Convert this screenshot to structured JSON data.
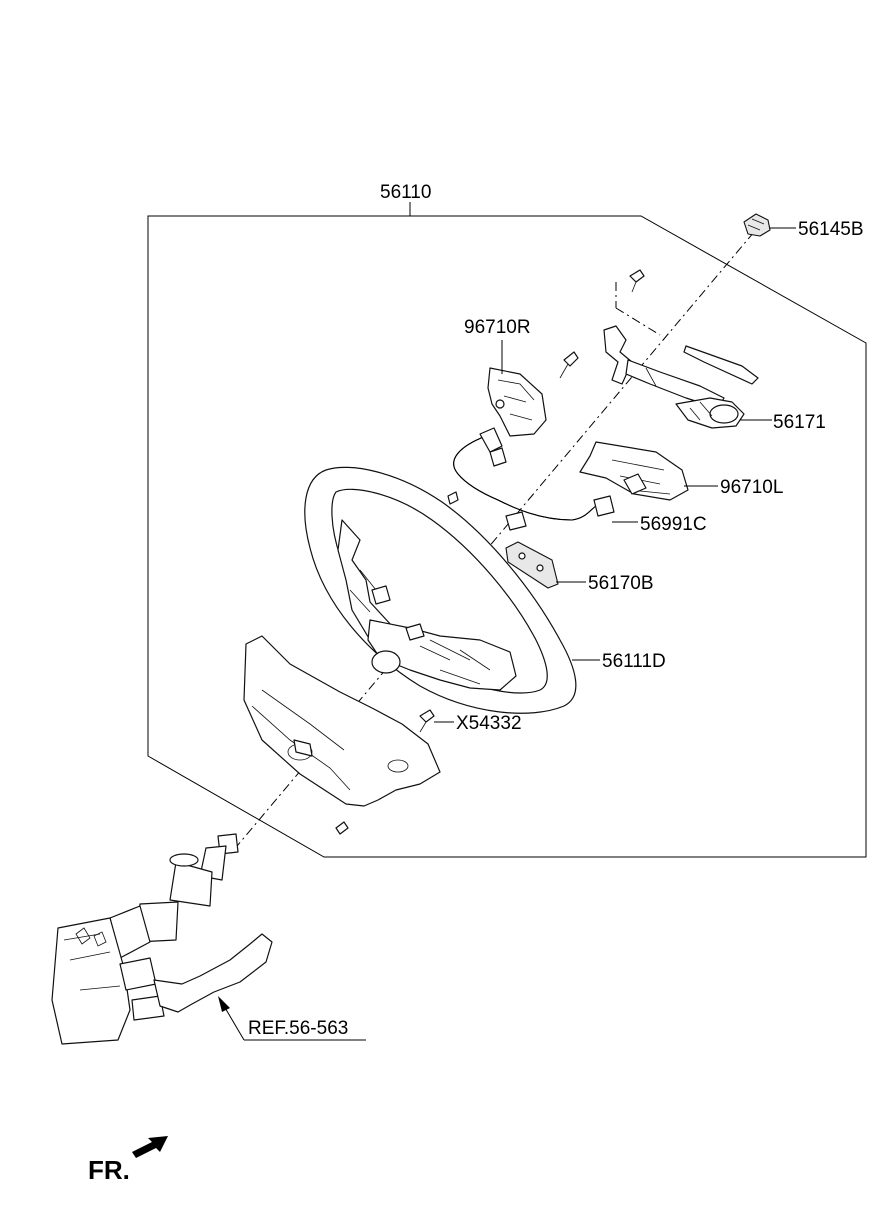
{
  "diagram": {
    "assembly_label": "56110",
    "parts": {
      "p56145B": "56145B",
      "p96710R": "96710R",
      "p56171": "56171",
      "p96710L": "96710L",
      "p56991C": "56991C",
      "p56170B": "56170B",
      "p56111D": "56111D",
      "pX54332": "X54332"
    },
    "reference": "REF.56-563",
    "front_marker": "FR."
  }
}
